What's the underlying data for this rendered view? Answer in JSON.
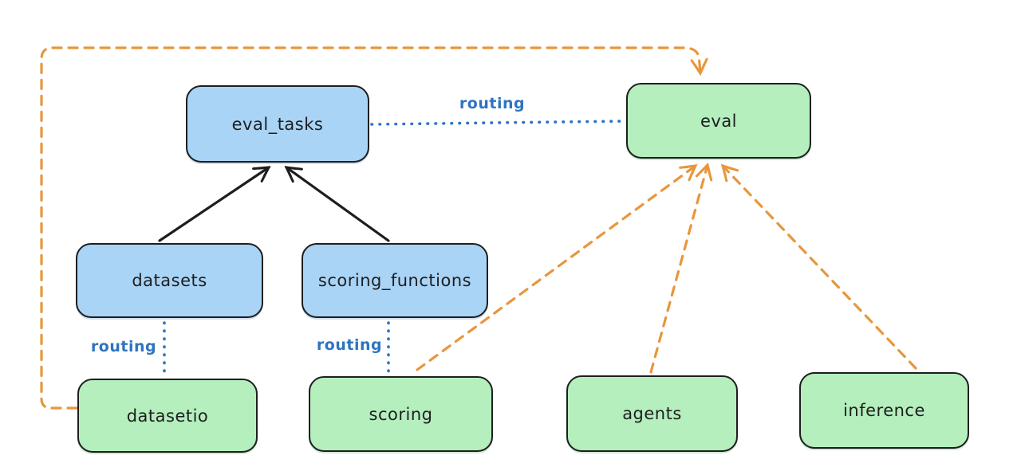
{
  "colors": {
    "blue_fill": "#a9d4f6",
    "green_fill": "#b4efbd",
    "stroke": "#1e1e1e",
    "orange": "#e8963c",
    "routing_blue": "#2e74c0",
    "bg": "#ffffff"
  },
  "nodes": {
    "eval_tasks": {
      "label": "eval_tasks",
      "color": "blue"
    },
    "eval": {
      "label": "eval",
      "color": "green"
    },
    "datasets": {
      "label": "datasets",
      "color": "blue"
    },
    "scoring_functions": {
      "label": "scoring_functions",
      "color": "blue"
    },
    "datasetio": {
      "label": "datasetio",
      "color": "green"
    },
    "scoring": {
      "label": "scoring",
      "color": "green"
    },
    "agents": {
      "label": "agents",
      "color": "green"
    },
    "inference": {
      "label": "inference",
      "color": "green"
    }
  },
  "labels": {
    "routing_eval": "routing",
    "routing_datasetio": "routing",
    "routing_scoring": "routing"
  },
  "edges": [
    {
      "from": "datasets",
      "to": "eval_tasks",
      "style": "solid-black-arrow"
    },
    {
      "from": "scoring_functions",
      "to": "eval_tasks",
      "style": "solid-black-arrow"
    },
    {
      "from": "eval_tasks",
      "to": "eval",
      "style": "dotted-blue",
      "label": "routing"
    },
    {
      "from": "datasets",
      "to": "datasetio",
      "style": "dotted-blue",
      "label": "routing"
    },
    {
      "from": "scoring_functions",
      "to": "scoring",
      "style": "dotted-blue",
      "label": "routing"
    },
    {
      "from": "datasetio",
      "to": "eval",
      "style": "dashed-orange-arrow"
    },
    {
      "from": "scoring",
      "to": "eval",
      "style": "dashed-orange-arrow"
    },
    {
      "from": "agents",
      "to": "eval",
      "style": "dashed-orange-arrow"
    },
    {
      "from": "inference",
      "to": "eval",
      "style": "dashed-orange-arrow"
    }
  ]
}
